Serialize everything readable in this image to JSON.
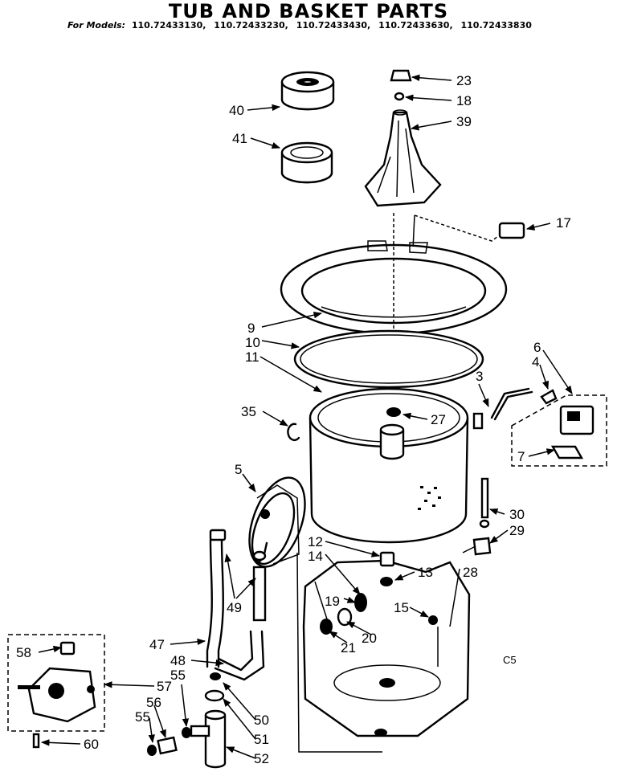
{
  "header": {
    "title": "TUB AND BASKET PARTS",
    "models_lead": "For Models:",
    "models": [
      "110.72433130,",
      "110.72433230,",
      "110.72433430,",
      "110.72433630,",
      "110.72433830"
    ]
  },
  "part_labels": {
    "p23": "23",
    "p18": "18",
    "p39": "39",
    "p40": "40",
    "p41": "41",
    "p17": "17",
    "p9": "9",
    "p10": "10",
    "p11": "11",
    "p35": "35",
    "p27": "27",
    "p3": "3",
    "p6": "6",
    "p4": "4",
    "p7": "7",
    "p5": "5",
    "p12": "12",
    "p14": "14",
    "p13": "13",
    "p19": "19",
    "p15": "15",
    "p21": "21",
    "p20": "20",
    "p30": "30",
    "p29": "29",
    "p28": "28",
    "p49": "49",
    "p47": "47",
    "p48": "48",
    "p58": "58",
    "p57": "57",
    "p55a": "55",
    "p56": "56",
    "p55b": "55",
    "p50": "50",
    "p51": "51",
    "p52": "52",
    "p60": "60"
  },
  "corner_code": "C5"
}
